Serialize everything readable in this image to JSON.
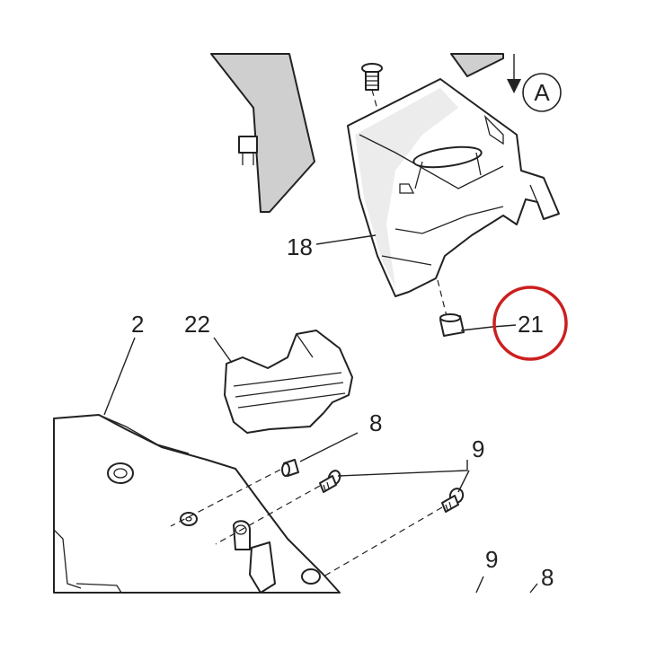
{
  "diagram": {
    "labels": {
      "l2": "2",
      "l8a": "8",
      "l8b": "8",
      "l9a": "9",
      "l9b": "9",
      "l18": "18",
      "l21": "21",
      "l22": "22",
      "lA": "A"
    },
    "highlight": {
      "color": "#cc1f1f",
      "part": "21"
    }
  }
}
